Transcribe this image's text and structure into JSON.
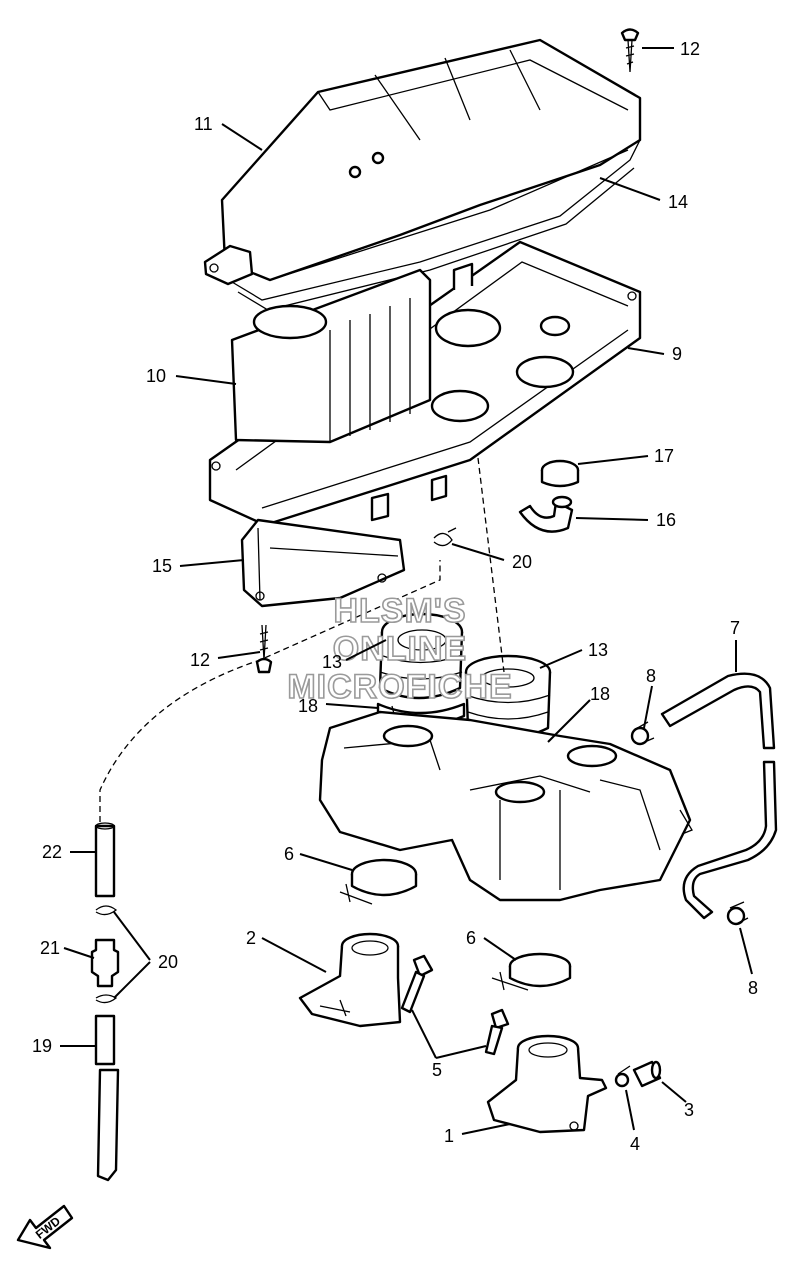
{
  "watermark": [
    "HLSM'S",
    "ONLINE",
    "MICROFICHE"
  ],
  "direction_badge": "FWD",
  "callouts": [
    {
      "id": "c12a",
      "text": "12"
    },
    {
      "id": "c11",
      "text": "11"
    },
    {
      "id": "c14",
      "text": "14"
    },
    {
      "id": "c10",
      "text": "10"
    },
    {
      "id": "c9",
      "text": "9"
    },
    {
      "id": "c17",
      "text": "17"
    },
    {
      "id": "c16",
      "text": "16"
    },
    {
      "id": "c15",
      "text": "15"
    },
    {
      "id": "c20a",
      "text": "20"
    },
    {
      "id": "c12b",
      "text": "12"
    },
    {
      "id": "c13a",
      "text": "13"
    },
    {
      "id": "c13b",
      "text": "13"
    },
    {
      "id": "c18a",
      "text": "18"
    },
    {
      "id": "c18b",
      "text": "18"
    },
    {
      "id": "c7",
      "text": "7"
    },
    {
      "id": "c8a",
      "text": "8"
    },
    {
      "id": "c22",
      "text": "22"
    },
    {
      "id": "c6a",
      "text": "6"
    },
    {
      "id": "c21",
      "text": "21"
    },
    {
      "id": "c20b",
      "text": "20"
    },
    {
      "id": "c2",
      "text": "2"
    },
    {
      "id": "c6b",
      "text": "6"
    },
    {
      "id": "c8b",
      "text": "8"
    },
    {
      "id": "c19",
      "text": "19"
    },
    {
      "id": "c5",
      "text": "5"
    },
    {
      "id": "c3",
      "text": "3"
    },
    {
      "id": "c4",
      "text": "4"
    },
    {
      "id": "c1",
      "text": "1"
    }
  ]
}
